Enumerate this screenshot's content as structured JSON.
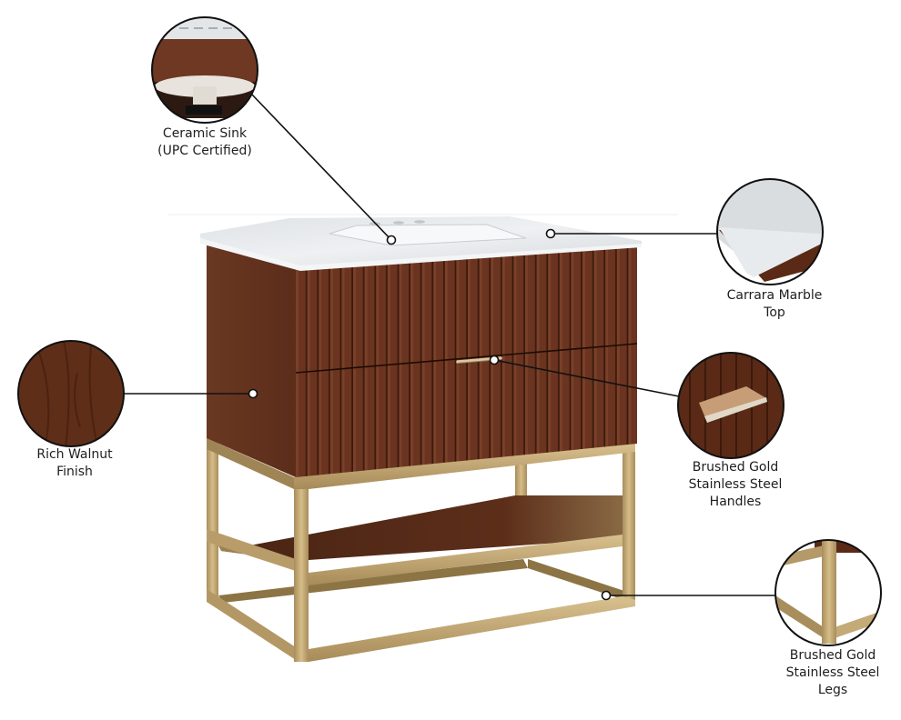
{
  "colors": {
    "walnut": "#6b3520",
    "walnut_dark": "#4a2212",
    "walnut_light": "#8a4a2c",
    "gold": "#c8ad78",
    "gold_dark": "#8f774a",
    "marble": "#e9ecee",
    "line": "#111111"
  },
  "callouts": [
    {
      "id": "sink",
      "lines": [
        "Ceramic Sink",
        "(UPC Certified)"
      ]
    },
    {
      "id": "marble",
      "lines": [
        "Carrara Marble",
        "Top"
      ]
    },
    {
      "id": "walnut",
      "lines": [
        "Rich Walnut",
        "Finish"
      ]
    },
    {
      "id": "handles",
      "lines": [
        "Brushed Gold",
        "Stainless Steel",
        "Handles"
      ]
    },
    {
      "id": "legs",
      "lines": [
        "Brushed Gold",
        "Stainless Steel",
        "Legs"
      ]
    }
  ]
}
